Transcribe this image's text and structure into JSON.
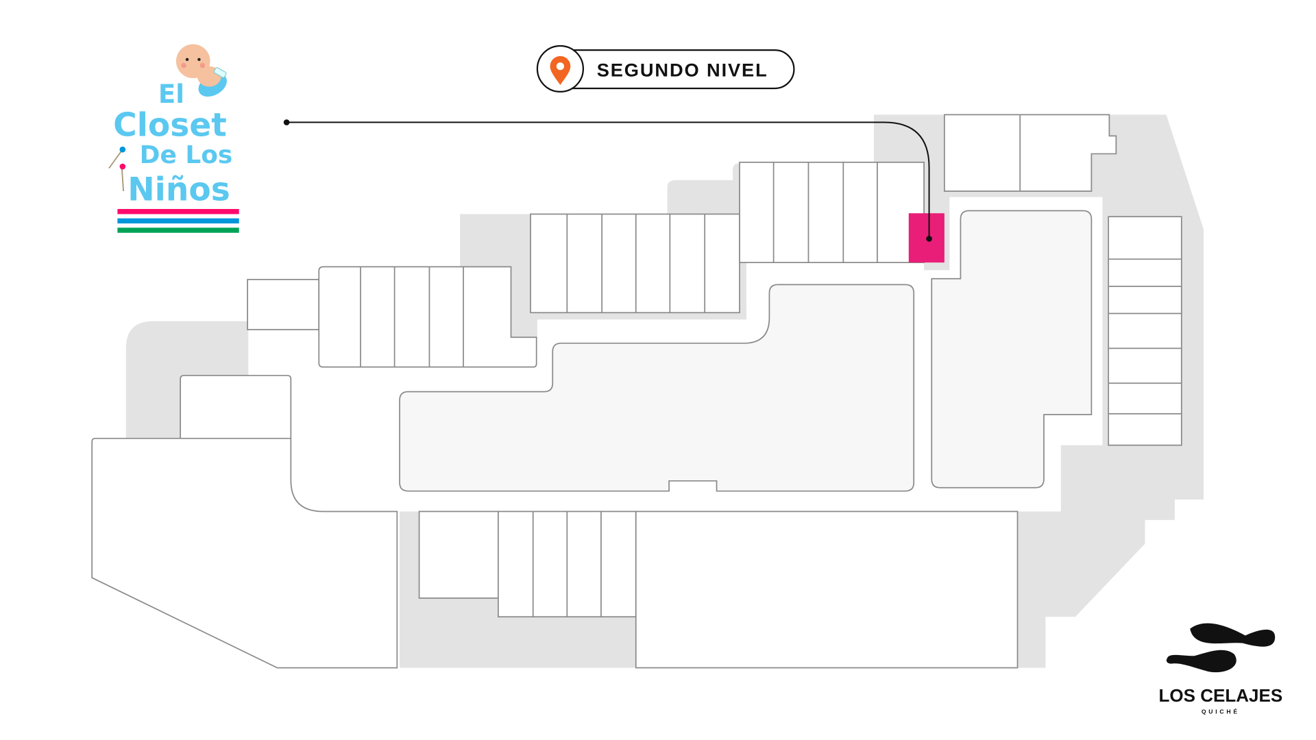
{
  "level_badge": {
    "label": "SEGUNDO NIVEL",
    "icon": "location-pin-icon"
  },
  "store_logo": {
    "line1": "El",
    "line2": "Closet",
    "line3": "De Los",
    "line4": "Niños"
  },
  "mall_logo": {
    "name": "LOS CELAJES",
    "city": "QUICHÉ"
  },
  "colors": {
    "highlight": "#e91e78",
    "pin": "#f26522",
    "logo_blue": "#5bc8f0",
    "stripe_pink": "#ff0a6c",
    "stripe_blue": "#0096db",
    "stripe_green": "#00a356"
  }
}
